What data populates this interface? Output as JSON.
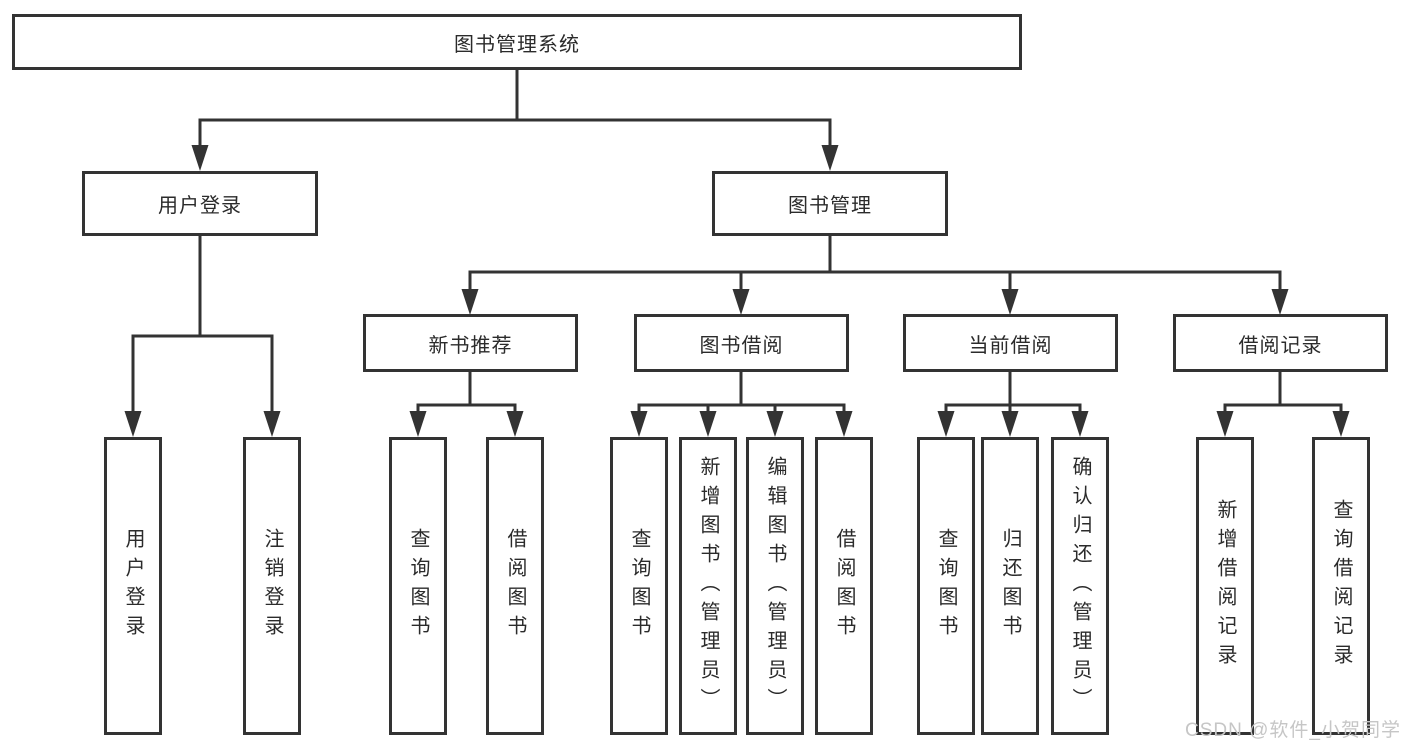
{
  "tree": {
    "label": "图书管理系统",
    "children": [
      {
        "label": "用户登录",
        "children": [
          {
            "label": "用户登录"
          },
          {
            "label": "注销登录"
          }
        ]
      },
      {
        "label": "图书管理",
        "children": [
          {
            "label": "新书推荐",
            "children": [
              {
                "label": "查询图书"
              },
              {
                "label": "借阅图书"
              }
            ]
          },
          {
            "label": "图书借阅",
            "children": [
              {
                "label": "查询图书"
              },
              {
                "label": "新增图书（管理员）"
              },
              {
                "label": "编辑图书（管理员）"
              },
              {
                "label": "借阅图书"
              }
            ]
          },
          {
            "label": "当前借阅",
            "children": [
              {
                "label": "查询图书"
              },
              {
                "label": "归还图书"
              },
              {
                "label": "确认归还（管理员）"
              }
            ]
          },
          {
            "label": "借阅记录",
            "children": [
              {
                "label": "新增借阅记录"
              },
              {
                "label": "查询借阅记录"
              }
            ]
          }
        ]
      }
    ]
  },
  "watermark": {
    "text": "CSDN @软件_小贺同学"
  },
  "colors": {
    "line": "#333333",
    "text": "#2b2b2b",
    "background": "#ffffff",
    "watermark": "#c6c6c6"
  }
}
